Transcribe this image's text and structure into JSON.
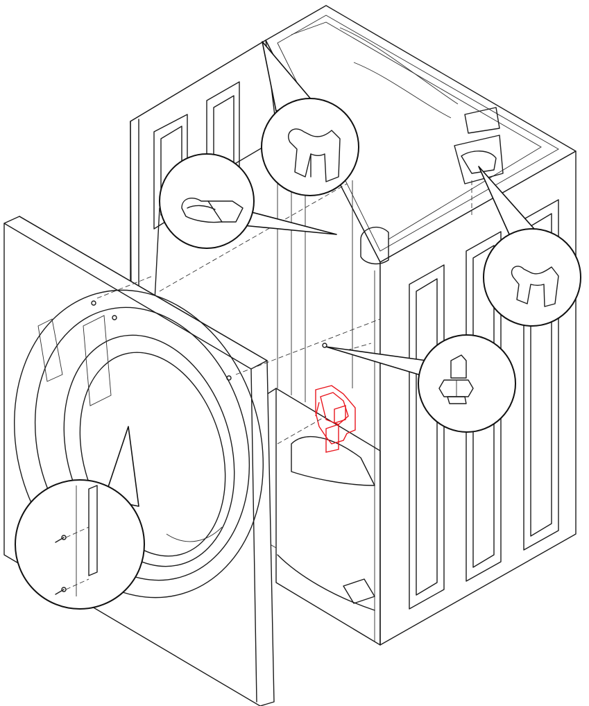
{
  "diagram": {
    "type": "exploded-parts-view",
    "highlight_color": "#e8141c",
    "line_color": "#1a1a1a",
    "background": "#ffffff",
    "callouts": [
      {
        "id": "top-clip",
        "icon": "spring-clip-icon"
      },
      {
        "id": "side-clip",
        "icon": "wire-clip-icon"
      },
      {
        "id": "right-clip",
        "icon": "spring-clip-icon"
      },
      {
        "id": "nut",
        "icon": "hex-nut-icon"
      },
      {
        "id": "hinge-bracket",
        "icon": "bracket-screw-icon"
      }
    ],
    "highlighted_part": {
      "id": "door-lock",
      "icon": "door-lock-switch-icon"
    }
  }
}
